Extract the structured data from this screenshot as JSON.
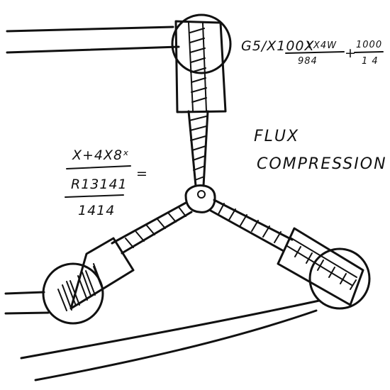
{
  "title": {
    "line1": "FLUX",
    "line2": "COMPRESSION"
  },
  "formula_left": {
    "numerator": "X+4X8ˣ",
    "denominator": "R13141",
    "equals": "=",
    "result": "1414"
  },
  "formula_top": {
    "main": "G5/X100X",
    "fraction1_numerator": "YX4W",
    "fraction1_denominator": "984",
    "plus": "+",
    "fraction2_numerator": "1000",
    "fraction2_denominator": "1 4"
  }
}
